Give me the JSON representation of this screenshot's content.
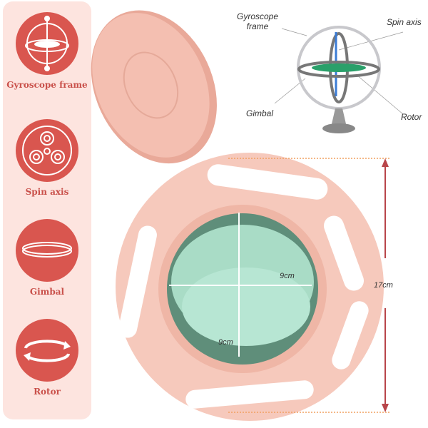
{
  "features": [
    {
      "label": "Gyroscope frame",
      "icon": "gyroscope-icon"
    },
    {
      "label": "Spin axis",
      "icon": "spinner-icon"
    },
    {
      "label": "Gimbal",
      "icon": "ring-icon"
    },
    {
      "label": "Rotor",
      "icon": "rotate-arrows-icon"
    }
  ],
  "diagram": {
    "gyroscope_frame": "Gyroscope\nframe",
    "spin_axis": "Spin axis",
    "gimbal": "Gimbal",
    "rotor": "Rotor"
  },
  "dimensions": {
    "height": "17cm",
    "width_inner": "9cm",
    "depth_inner": "9cm"
  },
  "colors": {
    "sidebar_bg": "#fde4df",
    "accent": "#d9564f",
    "bowl_pink": "#f6c5b8",
    "bowl_green": "#a9dcc6",
    "dimension_line": "#b8454a"
  }
}
